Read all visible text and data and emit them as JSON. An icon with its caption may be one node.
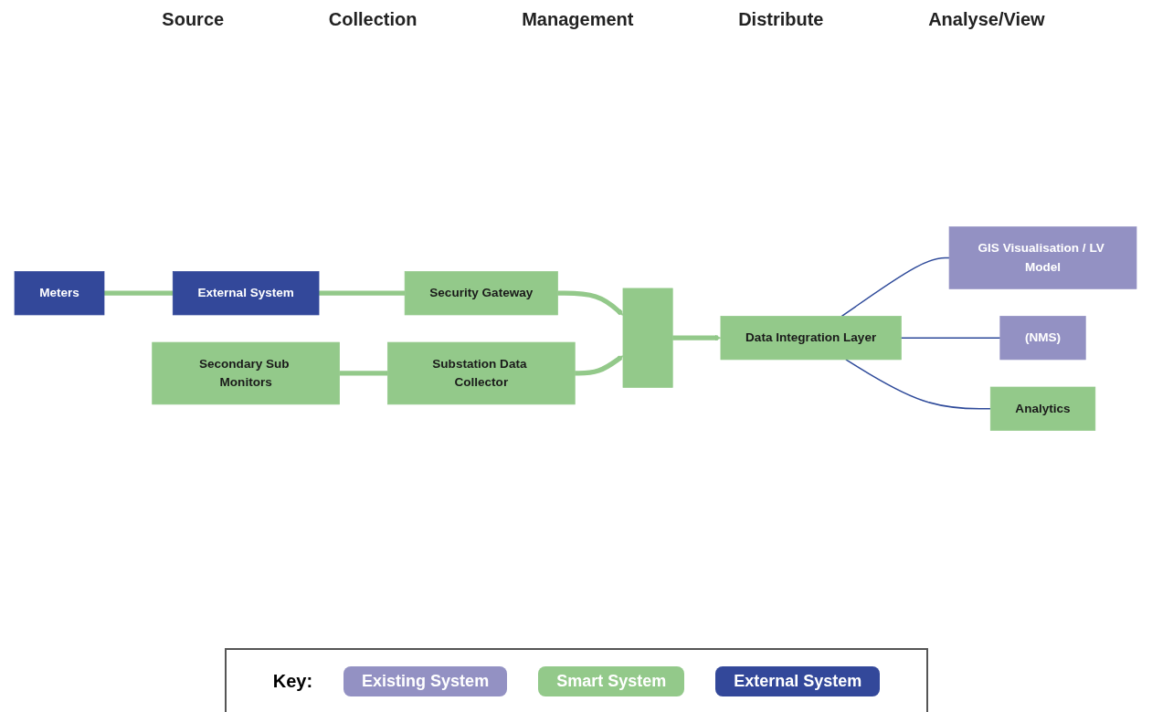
{
  "diagram": {
    "nodes": [
      {
        "text": [
          "Meters"
        ]
      },
      {
        "text": [
          "External System"
        ]
      },
      {
        "text": [
          "Security Gateway"
        ]
      },
      {
        "text": [
          "Secondary Sub Monitors"
        ]
      },
      {
        "text": [
          "Substation Data Collector"
        ]
      },
      {
        "text": [],
        "shape": "box"
      },
      {
        "text": [
          "Data Integration Layer"
        ]
      },
      {
        "text": [
          "GIS Visualisation / LV Model"
        ]
      },
      {
        "text": [
          "(NMS)"
        ]
      },
      {
        "text": [
          "Analytics"
        ]
      }
    ],
    "edges": [
      {
        "from": 0,
        "to": 1,
        "arrow": "none"
      },
      {
        "from": 1,
        "to": 2,
        "arrow": "none"
      },
      {
        "from": 2,
        "to": 5,
        "arrow": "to"
      },
      {
        "from": 3,
        "to": 4,
        "arrow": "none"
      },
      {
        "from": 4,
        "to": 5,
        "arrow": "to"
      },
      {
        "from": 5,
        "to": 6,
        "arrow": "to"
      },
      {
        "from": 6,
        "to": 7,
        "arrow": "none",
        "color": "#2e4a9a"
      },
      {
        "from": 6,
        "to": 8,
        "arrow": "none",
        "color": "#2e4a9a"
      },
      {
        "from": 6,
        "to": 9,
        "arrow": "none",
        "color": "#2e4a9a"
      }
    ],
    "labels": [
      "Source",
      "Collection",
      "Management",
      "Distribute",
      "Analyse/View",
      "Key:"
    ],
    "legend": [
      {
        "text": "Existing System",
        "color": "#9391c3"
      },
      {
        "text": "Smart System",
        "color": "#93c98a"
      },
      {
        "text": "External System",
        "color": "#33489a"
      }
    ]
  }
}
